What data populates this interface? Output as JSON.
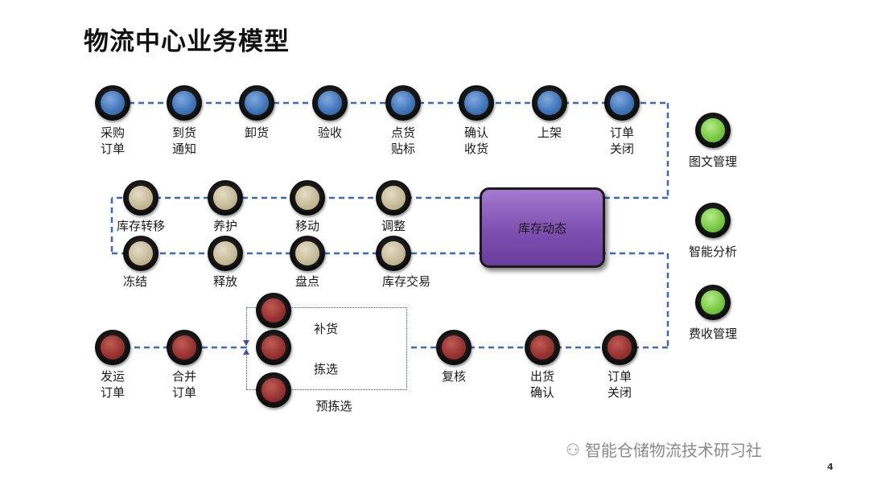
{
  "title": "物流中心业务模型",
  "hub_label": "库存动态",
  "inbound": [
    "采购\n订单",
    "到货\n通知",
    "卸货",
    "验收",
    "点货\n贴标",
    "确认\n收货",
    "上架",
    "订单\n关闭"
  ],
  "inventory_top": [
    "库存转移",
    "养护",
    "移动",
    "调整"
  ],
  "inventory_bottom": [
    "冻结",
    "释放",
    "盘点",
    "库存交易"
  ],
  "outbound_left": [
    "发运\n订单",
    "合并\n订单"
  ],
  "picking": [
    "补货",
    "拣选",
    "预拣选"
  ],
  "outbound_right": [
    "复核",
    "出货\n确认",
    "订单\n关闭"
  ],
  "side": [
    "图文管理",
    "智能分析",
    "费收管理"
  ],
  "watermark": "智能仓储物流技术研习社",
  "page_number": "4",
  "colors": {
    "inbound": "#3f73b8",
    "inventory": "#c4b995",
    "outbound": "#963030",
    "side": "#72c83e",
    "hub": "#7d4fb0",
    "connector": "#3a66c9"
  }
}
